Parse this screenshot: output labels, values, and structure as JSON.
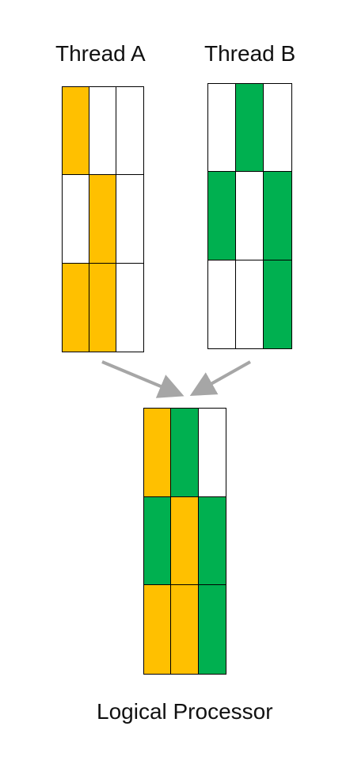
{
  "labels": {
    "thread_a": "Thread A",
    "thread_b": "Thread B",
    "logical_processor": "Logical Processor"
  },
  "colors": {
    "yellow": "#FFC000",
    "green": "#00B050",
    "empty": "#FFFFFF",
    "grid_line": "#000000",
    "arrow": "#A6A6A6"
  },
  "grids": {
    "thread_a": [
      [
        "yellow",
        "empty",
        "empty"
      ],
      [
        "empty",
        "yellow",
        "empty"
      ],
      [
        "yellow",
        "yellow",
        "empty"
      ]
    ],
    "thread_b": [
      [
        "empty",
        "green",
        "empty"
      ],
      [
        "green",
        "empty",
        "green"
      ],
      [
        "empty",
        "empty",
        "green"
      ]
    ],
    "logical_processor": [
      [
        "yellow",
        "green",
        "empty"
      ],
      [
        "green",
        "yellow",
        "green"
      ],
      [
        "yellow",
        "yellow",
        "green"
      ]
    ]
  }
}
